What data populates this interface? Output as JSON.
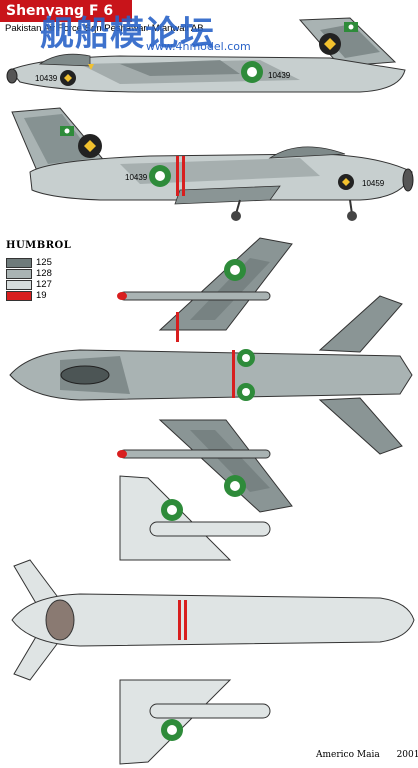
{
  "header": {
    "title": "Shenyang  F 6",
    "subtitle": "Pakistan Air Force   Sqn   Peshawar/ Mianwali  AB"
  },
  "watermark": {
    "text": "舰船模论坛",
    "url": "www.4hmodel.com"
  },
  "aircraft": {
    "serial": "10439",
    "serial_side": "10439",
    "serial_nose": "10459"
  },
  "legend": {
    "title": "HUMBROL",
    "items": [
      {
        "label": "125",
        "color": "#6f7b7b"
      },
      {
        "label": "128",
        "color": "#a9b3b3"
      },
      {
        "label": "127",
        "color": "#d6dcdc"
      },
      {
        "label": "19",
        "color": "#d81e1e"
      }
    ]
  },
  "footer": {
    "author": "Americo Maia",
    "year": "2001"
  },
  "colors": {
    "dark_grey": "#6f7b7b",
    "mid_grey": "#a9b3b3",
    "light_grey": "#d6dcdc",
    "red": "#d81e1e",
    "roundel_green": "#2e8b3a",
    "title_red": "#c8141a"
  }
}
